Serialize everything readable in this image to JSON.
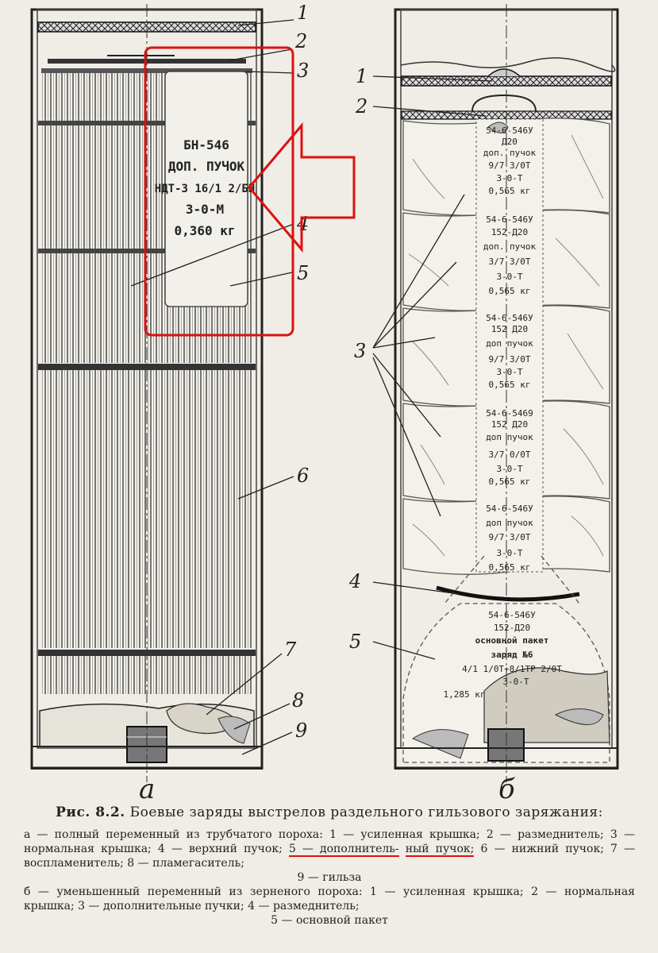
{
  "left_figure": {
    "label": "а",
    "callouts": [
      "1",
      "2",
      "3",
      "4",
      "5",
      "6",
      "7",
      "8",
      "9"
    ],
    "bundle_label_lines": [
      "БН-546",
      "ДОП. ПУЧОК",
      "НДТ-3 16/1 2/БН",
      "3-0-М",
      "0,360 кг"
    ]
  },
  "right_figure": {
    "label": "б",
    "callouts": [
      "1",
      "2",
      "3",
      "4",
      "5"
    ],
    "bundles": [
      {
        "lines": [
          "54-6-546У",
          "Д20",
          "доп. пучок",
          "9/7 3/0Т",
          "3-0-Т",
          "0,565 кг"
        ]
      },
      {
        "lines": [
          "54-6-546У",
          "152-Д20",
          "доп. пучок",
          "3/7 3/0Т",
          "3-0-Т",
          "0,565 кг"
        ]
      },
      {
        "lines": [
          "54-6-546У",
          "152 Д20",
          "доп пучок",
          "9/7 3/0Т",
          "3-0-Т",
          "0,565 кг"
        ]
      },
      {
        "lines": [
          "54-6-5469",
          "152 Д20",
          "доп пучок",
          "3/7 0/0Т",
          "3-0-Т",
          "0,565 кг"
        ]
      },
      {
        "lines": [
          "54-6-546У",
          "доп пучок",
          "9/7 3/0Т",
          "3-0-Т",
          "0,565 кг"
        ]
      }
    ],
    "main_packet_lines": [
      "54-6-546У",
      "152-Д20",
      "основной пакет",
      "заряд №6",
      "4/1 1/0Т+8/1ТР 2/0Т",
      "3-0-Т",
      "1,285 кг"
    ]
  },
  "caption": {
    "prefix": "Рис. 8.2.",
    "title": "Боевые заряды выстрелов раздельного гильзового заряжания:"
  },
  "legend": {
    "a_text_1": "а — полный переменный из трубчатого пороха: 1 — усиленная крышка; 2 — разме­днитель; 3 — нормальная крышка; 4 — верхний пучок; ",
    "a_highlight_1": "5 — дополнитель-",
    "a_highlight_2": "ный пучок;",
    "a_text_2": " 6 — нижний пучок; 7 — воспламенитель; 8 — пламегаситель;",
    "a_text_3": "9 — гильза",
    "b_text_1": "б — уменьшенный переменный из зерненого пороха: 1 — усиленная крышка; 2 — нормальная крышка; 3 — дополнительные пучки; 4 — разме­днитель;",
    "b_text_2": "5 — основной пакет"
  },
  "colors": {
    "annotation_red": "#dd1111",
    "ink": "#1e1e1e",
    "paper": "#efede6"
  }
}
